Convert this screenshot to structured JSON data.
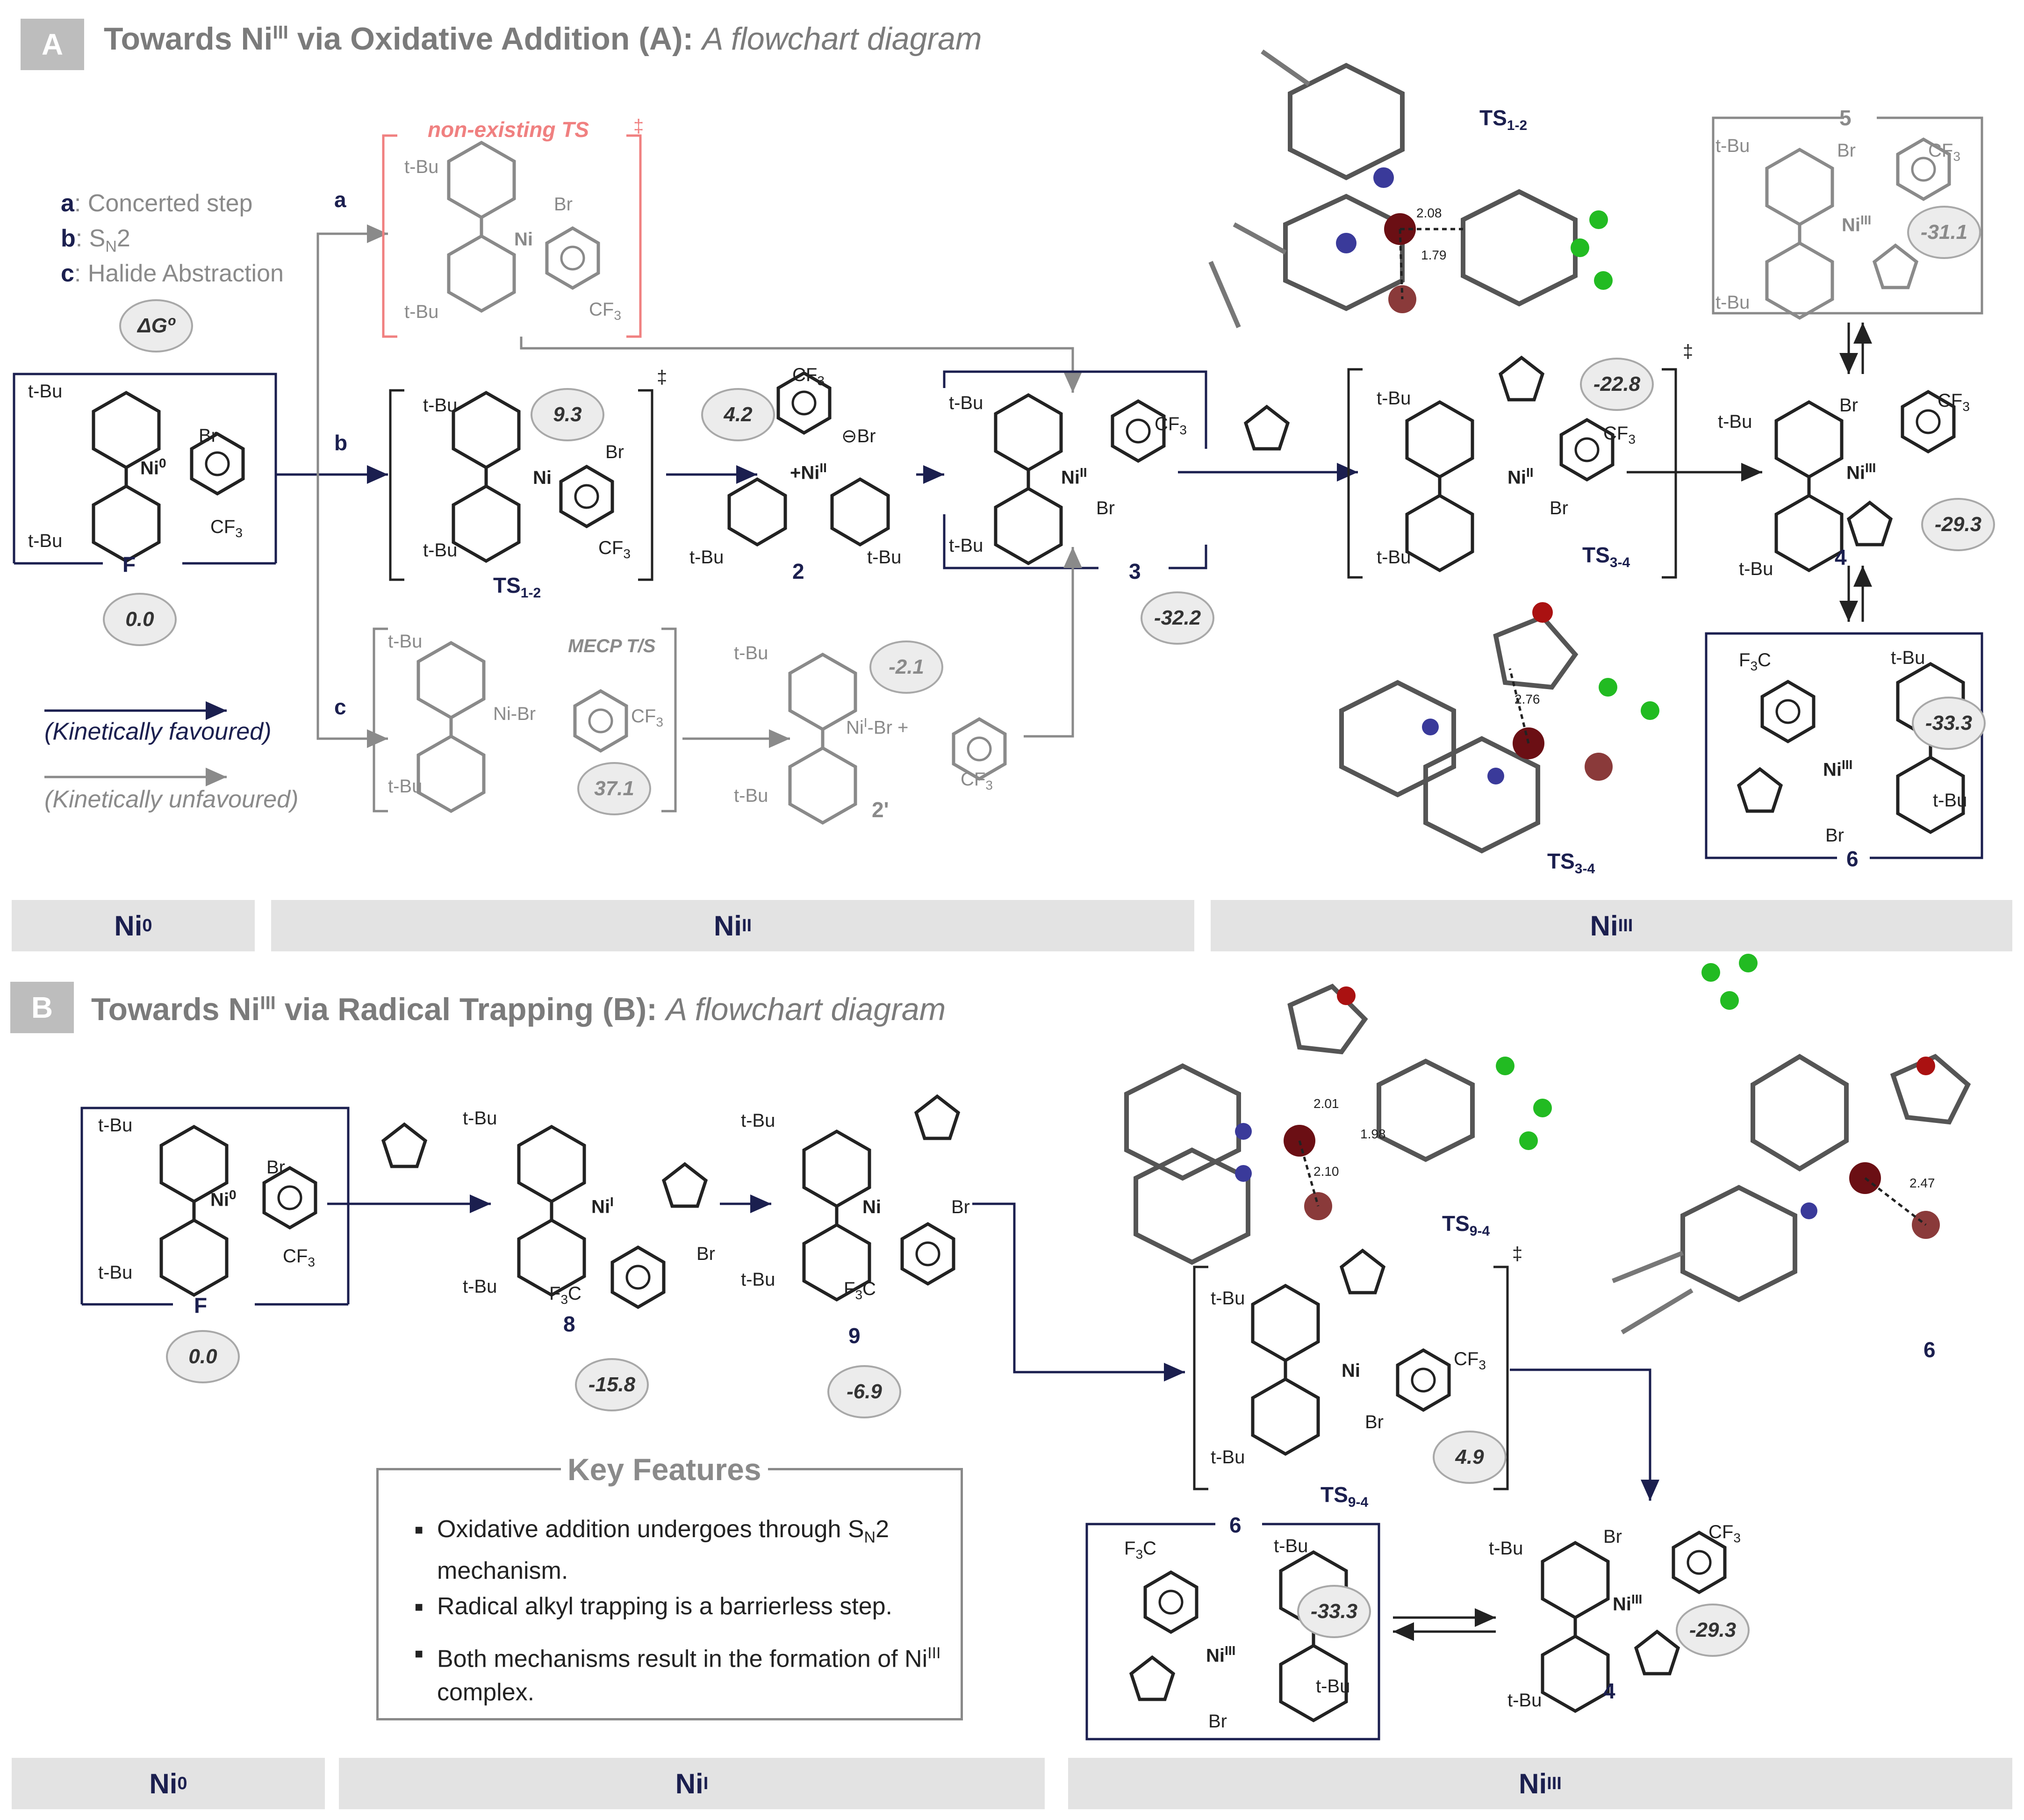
{
  "sectionA": {
    "tag": "A",
    "title": "Towards Ni",
    "title_sup": "III",
    "title_rest": " via Oxidative Addition (A)",
    "title_colon": ": ",
    "subtitle": "A flowchart diagram"
  },
  "sectionB": {
    "tag": "B",
    "title": "Towards Ni",
    "title_sup": "III",
    "title_rest": " via Radical Trapping (B)",
    "title_colon": ": ",
    "subtitle": "A flowchart diagram"
  },
  "legend": {
    "a_key": "a",
    "a_text": ": Concerted step",
    "b_key": "b",
    "b_text": ": S",
    "b_sub": "N",
    "b_tail": "2",
    "c_key": "c",
    "c_text": ": Halide Abstraction",
    "dg": "ΔGº",
    "kin_fav": "(Kinetically favoured)",
    "kin_unfav": "(Kinetically unfavoured)"
  },
  "pathway_labels": {
    "a": "a",
    "b": "b",
    "c": "c"
  },
  "textA": {
    "non_existing": "non-existing TS",
    "mecp": "MECP T/S",
    "dagger": "‡",
    "ts12": "TS",
    "ts12_sub": "1-2",
    "ts34": "TS",
    "ts34_sub": "3-4",
    "c2": "2",
    "c2p": "2'",
    "c3": "3",
    "c4": "4",
    "c5": "5",
    "c6": "6",
    "F": "F",
    "tbu": "t-Bu",
    "br": "Br",
    "cf3": "CF",
    "cf3_sub": "3",
    "f3c": "F",
    "f3c_sub": "3",
    "f3c_c": "C",
    "ni": "Ni",
    "plus": "+",
    "bromide": "⊖Br",
    "n": "N"
  },
  "energiesA": {
    "F": "0.0",
    "ts12": "9.3",
    "c2": "4.2",
    "c3": "-32.2",
    "c2p": "-2.1",
    "mecp": "37.1",
    "ts34": "-22.8",
    "c5": "-31.1",
    "c4": "-29.3",
    "c6": "-33.3"
  },
  "bondsA": {
    "ts12_a": "2.08",
    "ts12_b": "1.79",
    "ts34": "2.76"
  },
  "bandsA": {
    "ni0": "Ni",
    "ni0_sup": "0",
    "ni2": "Ni",
    "ni2_sup": "II",
    "ni3": "Ni",
    "ni3_sup": "III"
  },
  "textB": {
    "F": "F",
    "c8": "8",
    "c9": "9",
    "ts94": "TS",
    "ts94_sub": "9-4",
    "c6": "6",
    "c4": "4",
    "dagger": "‡"
  },
  "energiesB": {
    "F": "0.0",
    "c8": "-15.8",
    "c9": "-6.9",
    "ts94": "4.9",
    "c6": "-33.3",
    "c4": "-29.3"
  },
  "bondsB": {
    "ts94_a": "2.01",
    "ts94_b": "1.98",
    "ts94_c": "2.10",
    "c6": "2.47"
  },
  "keyFeatures": {
    "title": "Key Features",
    "item1_a": "Oxidative addition undergoes through S",
    "item1_sub": "N",
    "item1_b": "2 mechanism.",
    "item2": "Radical alkyl trapping is a barrierless step.",
    "item3_a": "Both mechanisms result in the formation of Ni",
    "item3_sup": "III",
    "item3_b": " complex."
  },
  "bandsB": {
    "ni0": "Ni",
    "ni0_sup": "0",
    "ni1": "Ni",
    "ni1_sup": "I",
    "ni3": "Ni",
    "ni3_sup": "III"
  },
  "colors": {
    "navy": "#1b1f4f",
    "grey": "#8a8a8a",
    "pink": "#f08080",
    "band": "#e3e3e3"
  }
}
